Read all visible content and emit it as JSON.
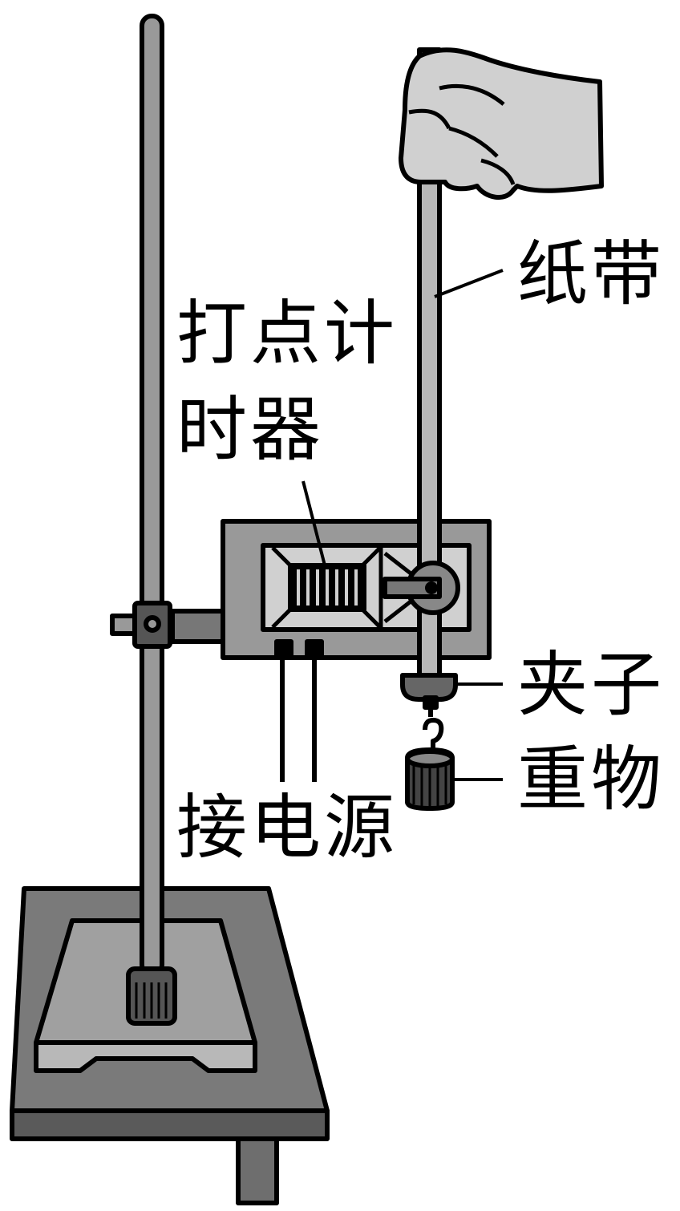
{
  "labels": {
    "paper_tape": "纸带",
    "timer_line1": "打点计",
    "timer_line2": "时器",
    "clip": "夹子",
    "weight": "重物",
    "power": "接电源"
  },
  "colors": {
    "dark_gray": "#6e6e6e",
    "mid_gray": "#999999",
    "light_gray": "#d0d0d0",
    "outline": "#000000"
  }
}
